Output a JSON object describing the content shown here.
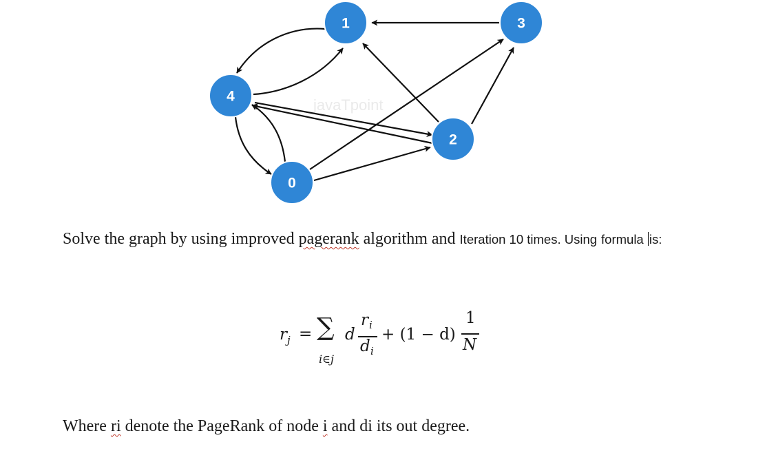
{
  "graph": {
    "watermark": "javaTpoint",
    "nodes": [
      {
        "id": "0",
        "label": "0"
      },
      {
        "id": "1",
        "label": "1"
      },
      {
        "id": "2",
        "label": "2"
      },
      {
        "id": "3",
        "label": "3"
      },
      {
        "id": "4",
        "label": "4"
      }
    ],
    "edges": [
      {
        "from": "3",
        "to": "1"
      },
      {
        "from": "1",
        "to": "4"
      },
      {
        "from": "4",
        "to": "1"
      },
      {
        "from": "2",
        "to": "1"
      },
      {
        "from": "2",
        "to": "3"
      },
      {
        "from": "0",
        "to": "3"
      },
      {
        "from": "4",
        "to": "2"
      },
      {
        "from": "2",
        "to": "4"
      },
      {
        "from": "0",
        "to": "2"
      },
      {
        "from": "4",
        "to": "0"
      },
      {
        "from": "0",
        "to": "4"
      }
    ],
    "colors": {
      "node": "#2f86d6",
      "edge": "#111111"
    }
  },
  "text": {
    "p1_solve": "Solve the graph by using improved",
    "p1_pagerank": "pagerank",
    "p1_algorithm": "algorithm and",
    "p1_iter": "Iteration 10 times. Using",
    "p1_formula": "formula",
    "p1_is": "is:",
    "p2_where": "Where",
    "p2_ri": "ri",
    "p2_mid": "denote the PageRank of node",
    "p2_i": "i",
    "p2_end": "and di its out degree."
  },
  "formula": {
    "lhs": "r",
    "lhs_sub": "j",
    "equals": "=",
    "sum": "∑",
    "sum_sub": "i∈j",
    "d": "d",
    "num": "r",
    "num_sub": "i",
    "den": "d",
    "den_sub": "i",
    "plus_term": "+ (1 − d)",
    "one": "1",
    "N": "N"
  }
}
